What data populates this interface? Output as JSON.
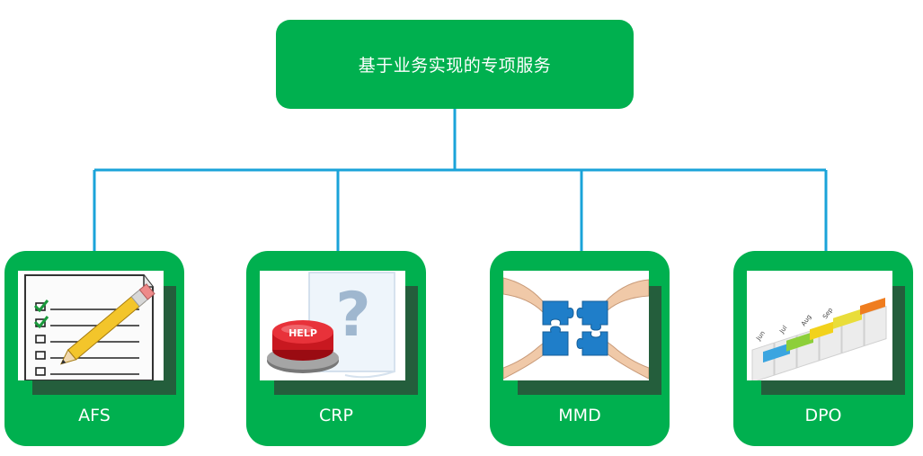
{
  "title": "基于业务实现的专项服务",
  "colors": {
    "box": "#00b04f",
    "shadow": "#245e3c",
    "connector": "#1aa3d9"
  },
  "items": [
    {
      "label": "AFS",
      "icon": "checklist-pencil-icon"
    },
    {
      "label": "CRP",
      "icon": "help-button-question-icon"
    },
    {
      "label": "MMD",
      "icon": "puzzle-hands-icon"
    },
    {
      "label": "DPO",
      "icon": "gantt-calendar-icon"
    }
  ]
}
